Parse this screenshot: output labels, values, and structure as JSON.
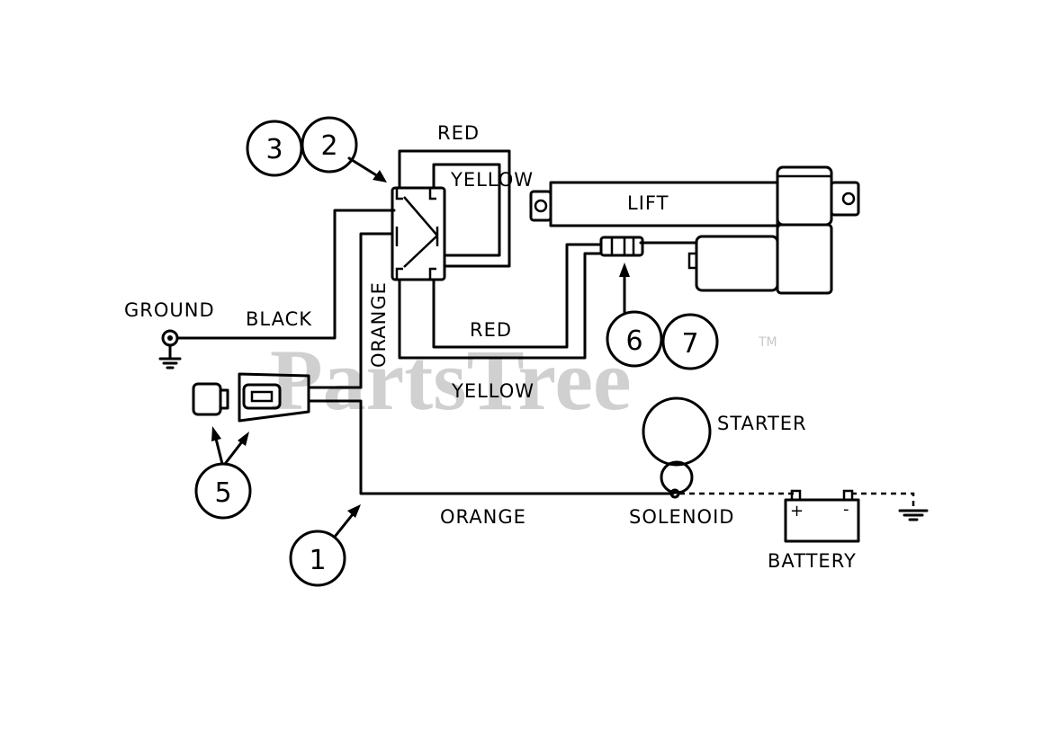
{
  "watermark": {
    "text": "PartsTree",
    "trademark": "TM"
  },
  "labels": {
    "red_top": "RED",
    "yellow_top": "YELLOW",
    "lift": "LIFT",
    "ground": "GROUND",
    "black": "BLACK",
    "orange_vertical": "ORANGE",
    "red_mid": "RED",
    "yellow_bottom": "YELLOW",
    "starter": "STARTER",
    "orange_bottom": "ORANGE",
    "solenoid": "SOLENOID",
    "battery": "BATTERY",
    "battery_plus": "+",
    "battery_minus": "-"
  },
  "callouts": {
    "c3": "3",
    "c2": "2",
    "c6": "6",
    "c7": "7",
    "c5": "5",
    "c1": "1"
  },
  "colors": {
    "line": "#000000",
    "watermark": "#d0d0d0",
    "background": "#ffffff"
  }
}
